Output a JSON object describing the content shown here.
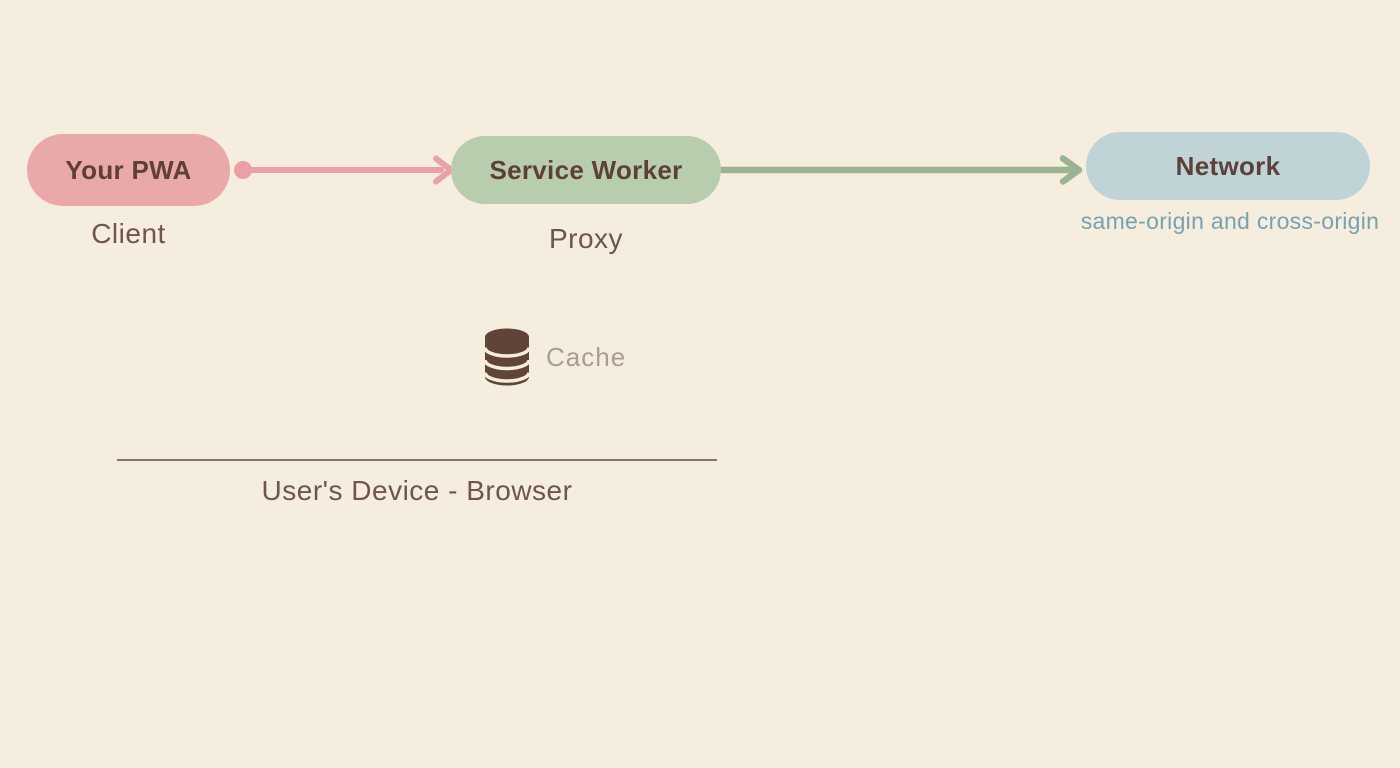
{
  "colors": {
    "background": "#f5edde",
    "pwa_pill": "#e9a9a8",
    "service_worker_pill": "#b8ccae",
    "network_pill": "#c0d3d6",
    "pill_text": "#5d4037",
    "label_text": "#6e554d",
    "network_sublabel_text": "#78a1b1",
    "cache_label_text": "#a99e95",
    "cache_icon": "#5f4437",
    "arrow_pwa_to_sw": "#e9a0a6",
    "arrow_sw_to_network": "#9cb392",
    "device_line": "#8b7065"
  },
  "nodes": {
    "pwa": {
      "label": "Your PWA",
      "sublabel": "Client"
    },
    "service_worker": {
      "label": "Service Worker",
      "sublabel": "Proxy"
    },
    "network": {
      "label": "Network",
      "sublabel": "same-origin and cross-origin"
    }
  },
  "cache": {
    "label": "Cache",
    "icon": "database-icon"
  },
  "device": {
    "label": "User's Device - Browser"
  }
}
